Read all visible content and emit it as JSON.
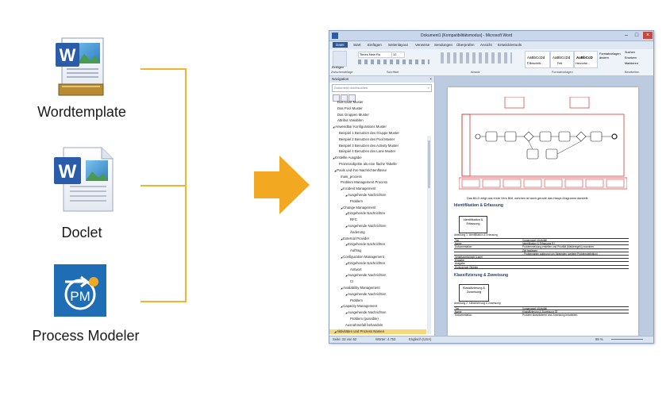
{
  "labels": {
    "wordtemplate": "Wordtemplate",
    "doclet": "Doclet",
    "process_modeler": "Process Modeler"
  },
  "icons": {
    "word_letter": "W",
    "pm_letters": "PM"
  },
  "colors": {
    "accent": "#f2a921",
    "connector": "#f2b32e",
    "word_blue": "#2a5caa",
    "pm_blue": "#1f6db5"
  },
  "word_window": {
    "title": "Dokument1 [Kompatibilitätsmodus] - Microsoft Word",
    "tabs": [
      "Datei",
      "Start",
      "Einfügen",
      "Seitenlayout",
      "Verweise",
      "Sendungen",
      "Überprüfen",
      "Ansicht",
      "Entwicklertools"
    ],
    "ribbon": {
      "paste": "Einfügen",
      "font": "Times New Ro",
      "size": "12",
      "styles": [
        "AaBbCcDd",
        "AaBbCcDd",
        "AaBbCcD"
      ],
      "style_names": [
        "¶ Beschrift...",
        "Fett",
        "Hervorhe..."
      ],
      "change_styles": "Formatvorlagen ändern",
      "editing": [
        "Suchen",
        "Ersetzen",
        "Markieren"
      ],
      "groups": [
        "Zwischenablage",
        "Schriftart",
        "Absatz",
        "Formatvorlagen",
        "Bearbeiten"
      ]
    },
    "navigation": {
      "title": "Navigation",
      "search_placeholder": "Dokument durchsuchen",
      "items": [
        "Das Lane Muster",
        "Das Pool Muster",
        "Das Gruppen Muster",
        "Attribut Variablen",
        "Anwendbar Konfigurations Muster",
        "Beispiel 1 Benutzen des Gruppe Muster",
        "Beispiel 2 Benutzen des Pool Muster",
        "Beispiel 3 Benutzen des Activity Muster",
        "Beispiel 4 Benutzen des Lane Muster",
        "Erstellte Ausgabe",
        "Prozessobjekte als eine flache Tabelle",
        "Pools und ihre Nachrichtenflüsse",
        "main_process",
        "Problem Management Process",
        "Incident Management",
        "Ausgehende Nachrichten",
        "Problem",
        "Change Management",
        "Eingehende Nachrichten",
        "RFC",
        "Ausgehende Nachrichten",
        "Änderung",
        "External Provider",
        "Eingehende Nachrichten",
        "Auftrag",
        "Configuration Management",
        "Eingehende Nachrichten",
        "Antwort",
        "Ausgehende Nachrichten",
        "CI",
        "Availability Management",
        "Ausgehende Nachrichten",
        "Problem",
        "Capacity Management",
        "Ausgehende Nachrichten",
        "Problem (possible)",
        "Ausnahmefall behandeln",
        "Aktivitäten und Prozess Namen"
      ]
    },
    "document": {
      "caption": "Das BILD zeigt das erste Vers Bild, welches ist auch gerade das Haupt-Diagramm darstellt.",
      "heading1": "Identifikation & Erfassung",
      "box1": "Identifikation & Erfassung",
      "caption1": "Abbildung 1: Identifikation & Erfassung",
      "rows1": [
        [
          "Typ",
          "Vorgangsart (Aktivität)"
        ],
        [
          "Name",
          "Identifikation & Erfassung [1]"
        ],
        [
          "Dokumentation",
          "Problemmeldung erstellen und Priorität (Melderegeln) zuordnen"
        ],
        [
          "",
          "Ziel festlegen"
        ],
        [
          "",
          "- Problemarten aufgrund von Strategien (weitere Problemdefinition)"
        ],
        [
          "Verantwortlichkeit (Lane)",
          ""
        ],
        [
          "Eingabe",
          ""
        ],
        [
          "Ausgabe",
          ""
        ],
        [
          "Erzeugende Objekte",
          ""
        ]
      ],
      "heading2": "Klassifizierung & Zuweisung",
      "box2": "Klassifizierung & Zuweisung",
      "caption2": "Abbildung 2: Klassifizierung & Zuweisung",
      "rows2": [
        [
          "Typ",
          "Vorgangsart (Aktivität)"
        ],
        [
          "Name",
          "Klassifizierung & Zuweisung [2]"
        ],
        [
          "Dokumentation",
          "Problem klassifizieren und Zuweisung bearbeiten"
        ]
      ]
    },
    "status": {
      "page": "Seite: 22 von 52",
      "words": "Wörter: 4.753",
      "lang": "Englisch (USA)",
      "zoom": "99 %"
    }
  }
}
